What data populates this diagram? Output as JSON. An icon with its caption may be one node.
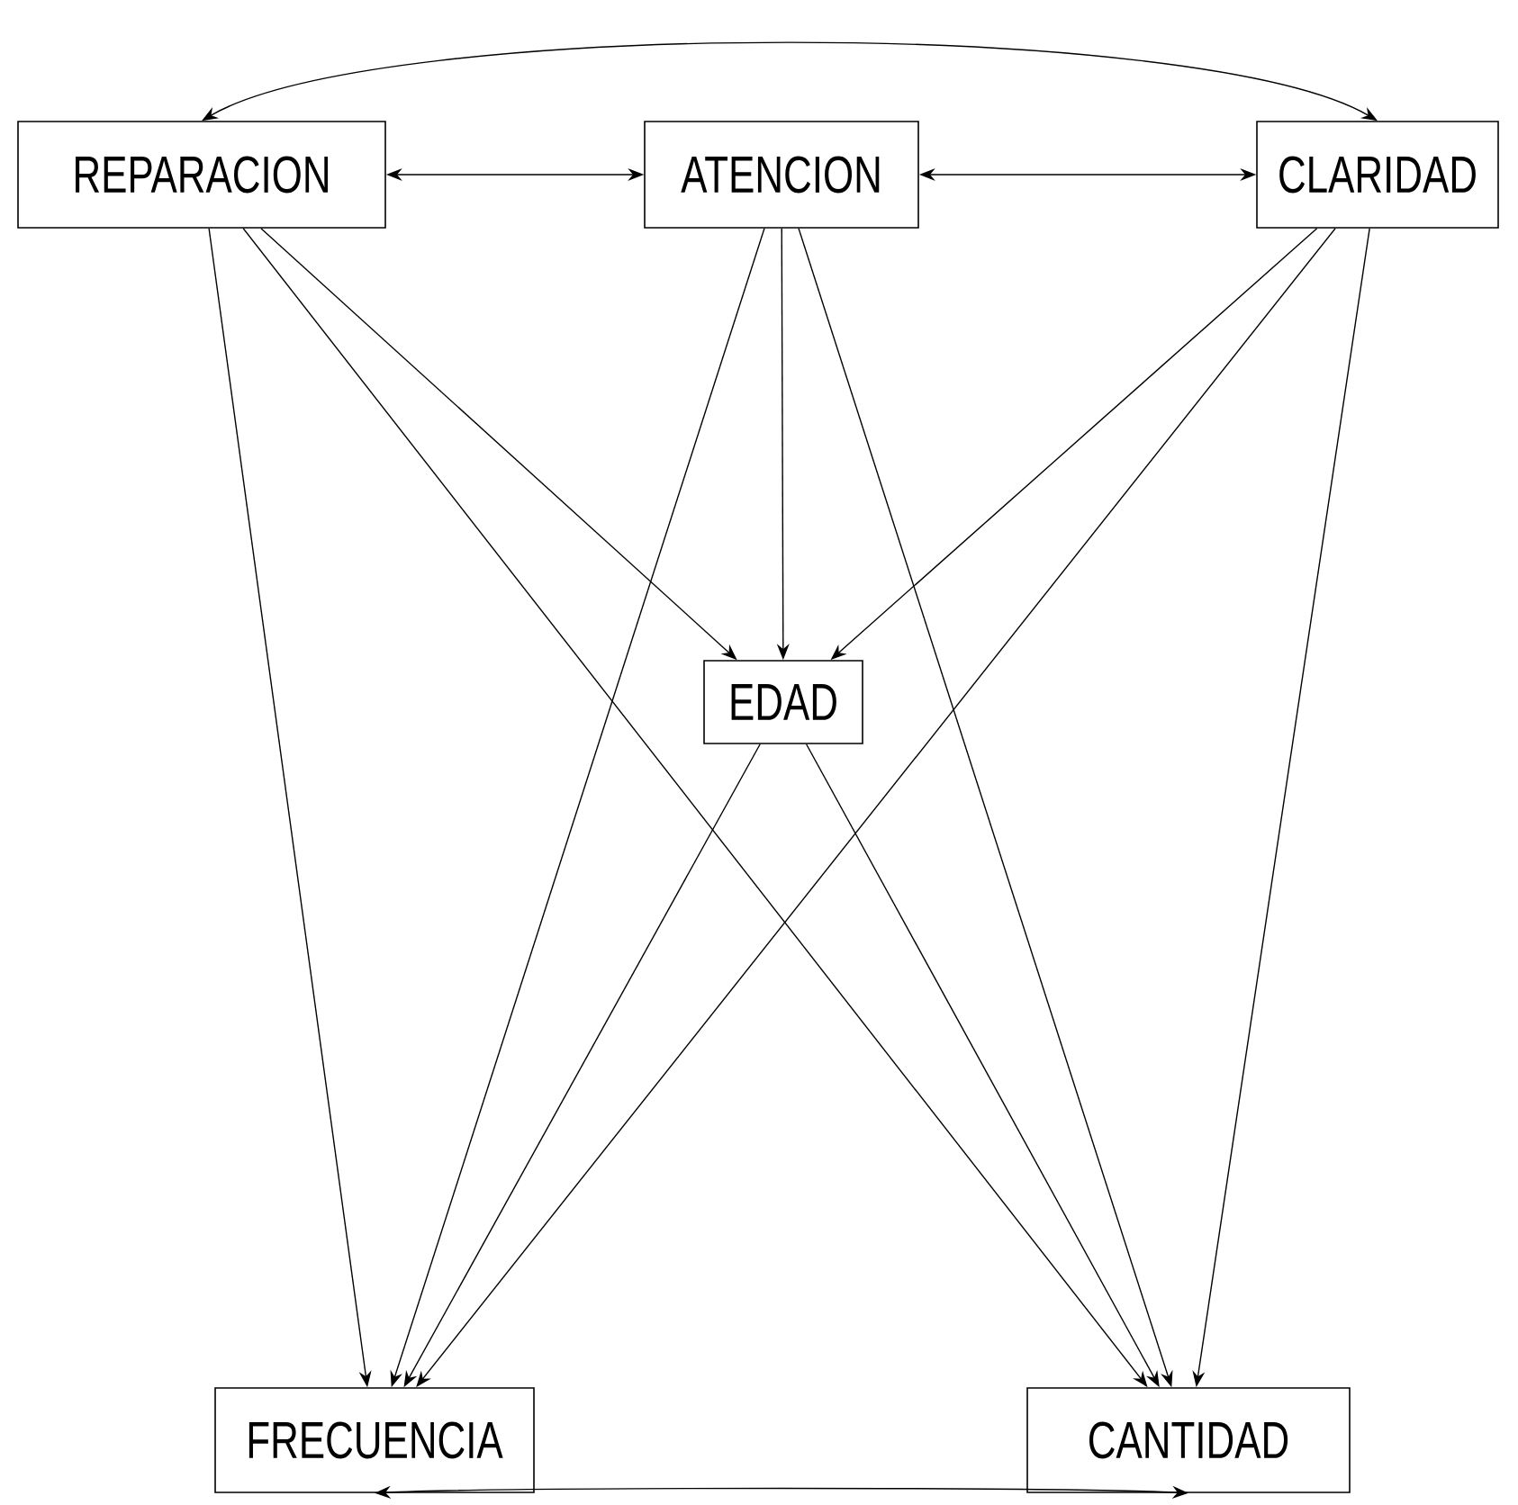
{
  "diagram": {
    "nodes": [
      {
        "text": [
          "REPARACION"
        ]
      },
      {
        "text": [
          "ATENCION"
        ]
      },
      {
        "text": [
          "CLARIDAD"
        ]
      },
      {
        "text": [
          "EDAD"
        ]
      },
      {
        "text": [
          "FRECUENCIA"
        ]
      },
      {
        "text": [
          "CANTIDAD"
        ]
      }
    ],
    "edges": [
      {
        "from": 0,
        "to": 1,
        "arrow": "both"
      },
      {
        "from": 1,
        "to": 2,
        "arrow": "both"
      },
      {
        "from": 0,
        "to": 2,
        "arrow": "both"
      },
      {
        "from": 0,
        "to": 4,
        "arrow": "to"
      },
      {
        "from": 0,
        "to": 3,
        "arrow": "to"
      },
      {
        "from": 0,
        "to": 5,
        "arrow": "to"
      },
      {
        "from": 1,
        "to": 4,
        "arrow": "to"
      },
      {
        "from": 1,
        "to": 3,
        "arrow": "to"
      },
      {
        "from": 1,
        "to": 5,
        "arrow": "to"
      },
      {
        "from": 2,
        "to": 4,
        "arrow": "to"
      },
      {
        "from": 2,
        "to": 3,
        "arrow": "to"
      },
      {
        "from": 2,
        "to": 5,
        "arrow": "to"
      },
      {
        "from": 3,
        "to": 4,
        "arrow": "to"
      },
      {
        "from": 3,
        "to": 5,
        "arrow": "to"
      },
      {
        "from": 4,
        "to": 5,
        "arrow": "both"
      }
    ]
  }
}
